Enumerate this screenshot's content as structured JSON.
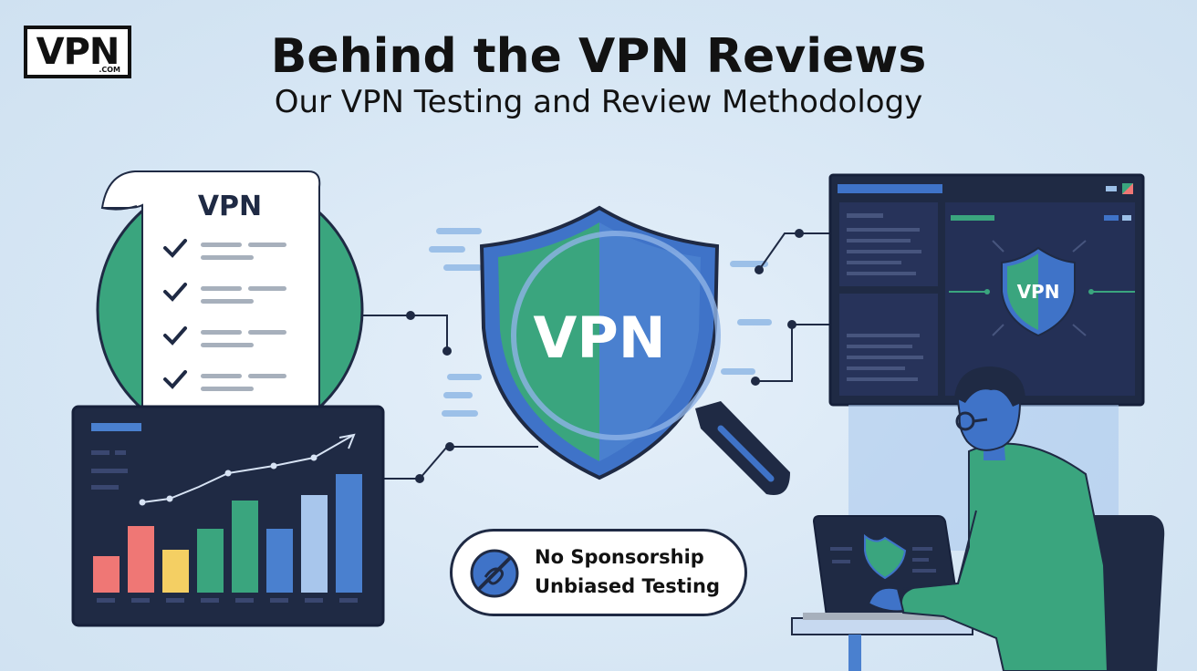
{
  "header": {
    "logo_text": "VPN",
    "logo_subtext": ".COM",
    "title": "Behind the VPN Reviews",
    "subtitle": "Our VPN Testing and Review Methodology"
  },
  "checklist": {
    "heading": "VPN",
    "items_checked": 4
  },
  "shield": {
    "label": "VPN"
  },
  "monitor": {
    "shield_label": "VPN"
  },
  "badge": {
    "line1": "No Sponsorship",
    "line2": "Unbiased Testing"
  },
  "colors": {
    "background": "#d6e6f4",
    "navy": "#1f2a44",
    "green": "#3aa57e",
    "blue": "#3f73c8",
    "red": "#ef7775",
    "yellow": "#f4cf63"
  }
}
